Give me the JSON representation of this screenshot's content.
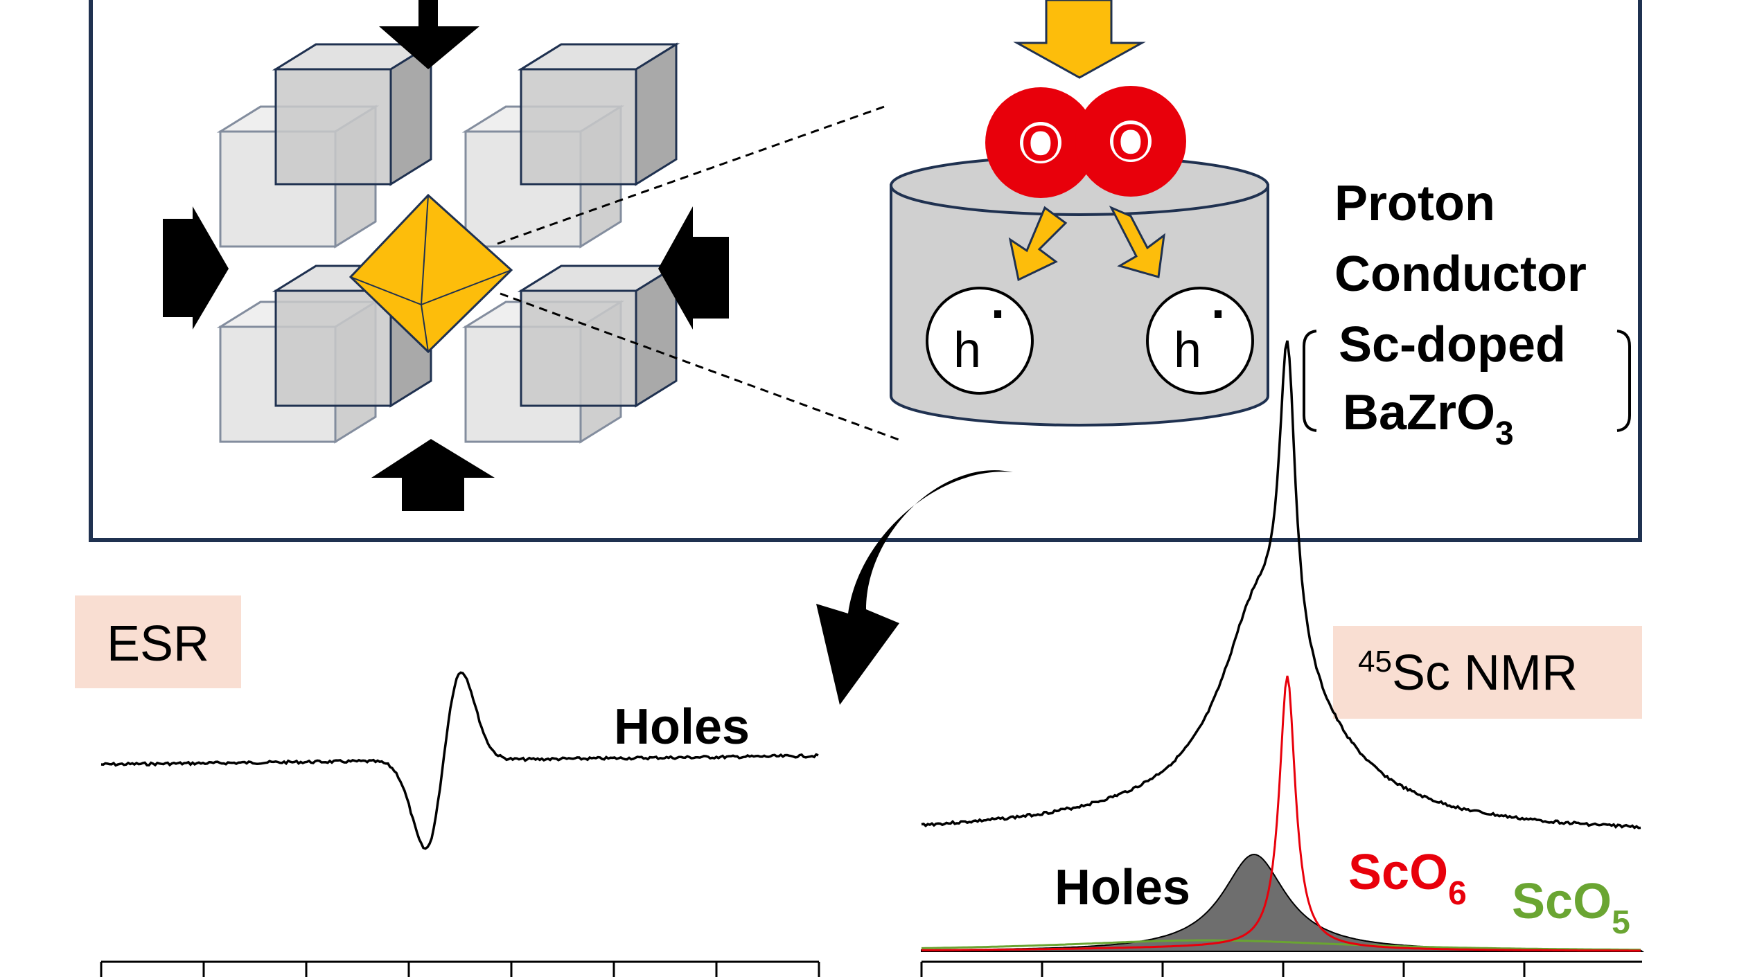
{
  "material": {
    "line1": "Proton",
    "line2": "Conductor",
    "line3": "Sc-doped",
    "line4_main": "BaZrO",
    "line4_sub": "3"
  },
  "oxygen": {
    "atom_label": "O"
  },
  "hole": {
    "symbol": "h",
    "dot": "·"
  },
  "esr": {
    "title": "ESR",
    "peak_label": "Holes"
  },
  "nmr": {
    "title_sup": "45",
    "title_main": "Sc NMR",
    "holes_label": "Holes",
    "sco6_main": "ScO",
    "sco6_sub": "6",
    "sco5_main": "ScO",
    "sco5_sub": "5"
  },
  "colors": {
    "frame": "#1f3150",
    "oxygen_red": "#e8000b",
    "arrow_yellow": "#fdbd0b",
    "octahedron": "#fdbd0b",
    "cube_face": "#c9c9c9",
    "pellet": "#d0d0d0",
    "label_bg": "#f9ded2",
    "sco6": "#e8000b",
    "sco5": "#6aa532",
    "holes_fill": "#6e6e6e",
    "black_arrow": "#000000"
  },
  "icons": {
    "compression": "compression-arrow-icon",
    "oxygen": "oxygen-atom-icon",
    "hole": "hole-icon",
    "curved": "curved-arrow-icon"
  }
}
